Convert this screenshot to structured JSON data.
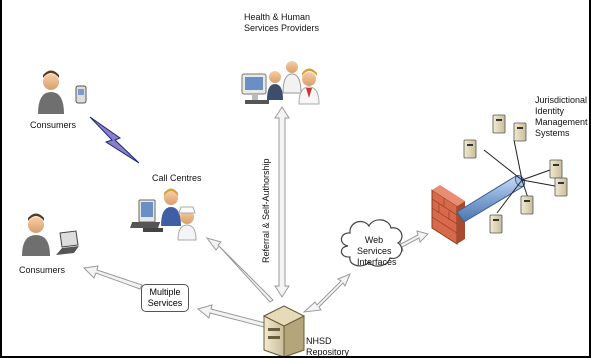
{
  "labels": {
    "providers": "Health & Human\nServices Providers",
    "consumers_top": "Consumers",
    "call_centres": "Call Centres",
    "consumers_bottom": "Consumers",
    "multiple_services": "Multiple\nServices",
    "referral": "Referral & Self-Authorship",
    "web_services": "Web\nServices\nInterfaces",
    "nhsd_repository": "NHSD\nRepository",
    "jurisdictional": "Jurisdictional\nIdentity\nManagement\nSystems"
  },
  "colors": {
    "arrow_fill": "#f4f4f4",
    "arrow_stroke": "#9a9a9a",
    "firewall": "#d8694a",
    "pipe": "#8fb0d8"
  }
}
